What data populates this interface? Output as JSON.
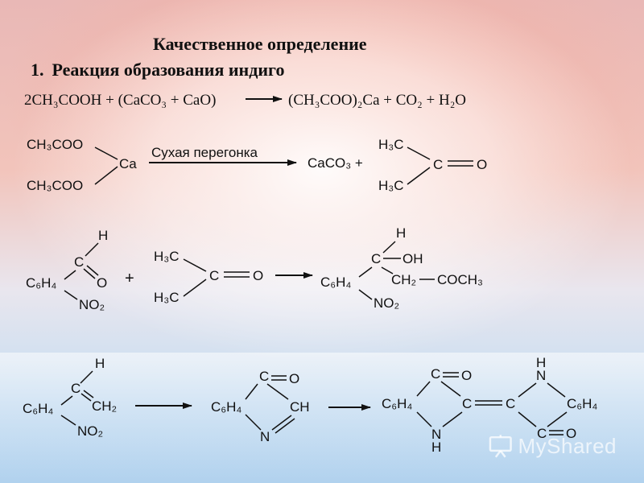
{
  "title": "Качественное определение",
  "section": {
    "number": "1.",
    "label": "Реакция образования индиго"
  },
  "eq1": {
    "lhs": "2CH₃COOH + (CaCO₃ + CaO)",
    "rhs": "(CH₃COO)₂Ca + CO₂ + H₂O"
  },
  "eq2": {
    "reagent_top": "CH₃COO",
    "reagent_bottom": "CH₃COO",
    "reagent_metal": "Ca",
    "condition": "Сухая перегонка",
    "product_carbonate": "CaCO₃ +",
    "acetone": {
      "methyl_top": "H₃C",
      "methyl_bottom": "H₃C",
      "carbon": "C",
      "oxygen": "O"
    }
  },
  "eq3": {
    "aldehyde": {
      "h": "H",
      "c": "C",
      "ring": "C₆H₄",
      "o": "O",
      "nitro": "NO₂"
    },
    "plus": "+",
    "acetone": {
      "methyl_top": "H₃C",
      "methyl_bottom": "H₃C",
      "carbon": "C",
      "oxygen": "O"
    },
    "product": {
      "h": "H",
      "c": "C",
      "oh": "OH",
      "ring": "C₆H₄",
      "chain": "CH₂",
      "ketone": "COCH₃",
      "nitro": "NO₂"
    }
  },
  "eq4": {
    "vinyl": {
      "h": "H",
      "c": "C",
      "ring": "C₆H₄",
      "ch2": "CH₂",
      "nitro": "NO₂"
    },
    "intermediate": {
      "c": "C",
      "o": "O",
      "ring": "C₆H₄",
      "ch": "CH",
      "n": "N"
    },
    "indigo": {
      "left": {
        "c": "C",
        "o": "O",
        "ring": "C₆H₄",
        "c2": "C",
        "n": "N",
        "h": "H"
      },
      "right": {
        "h": "H",
        "n": "N",
        "c": "C",
        "ring": "C₆H₄",
        "c2": "C",
        "o": "O"
      }
    }
  },
  "watermark": {
    "text": "MyShared",
    "icon": "presentation-board-icon"
  }
}
